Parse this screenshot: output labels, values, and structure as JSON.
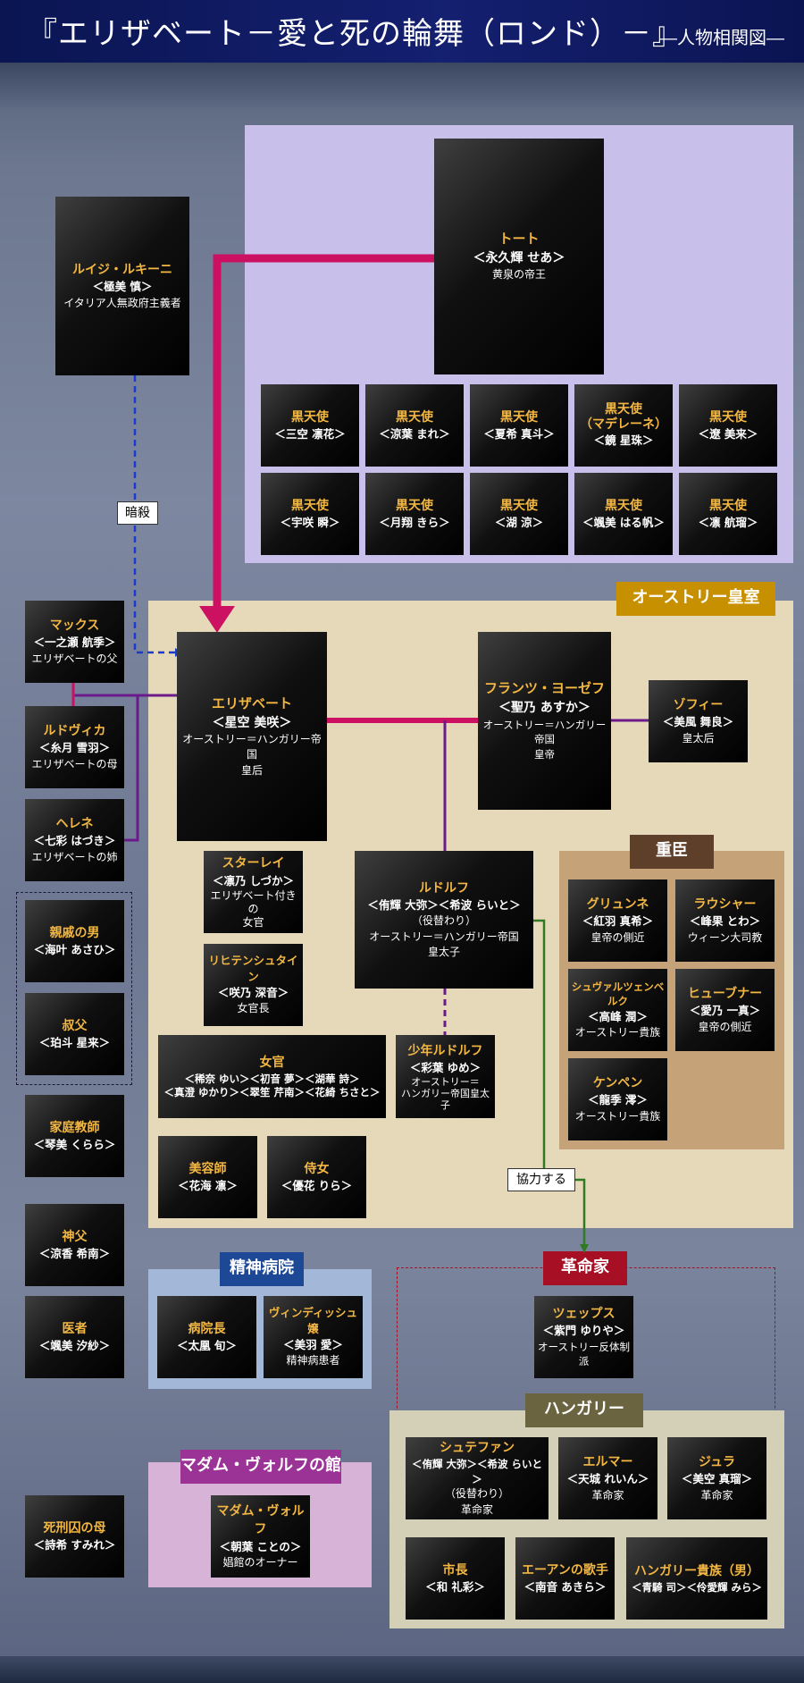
{
  "header": {
    "title": "『エリザベート－愛と死の輪舞（ロンド）－』",
    "subtitle": "―人物相関図―"
  },
  "sections": {
    "austria": "オーストリー皇室",
    "jyushin": "重臣",
    "hospital": "精神病院",
    "revolution": "革命家",
    "hungary": "ハンガリー",
    "wolf": "マダム・ヴォルフの館"
  },
  "labels": {
    "assassination": "暗殺",
    "cooperate": "協力する"
  },
  "characters": {
    "tod": {
      "name": "トート",
      "actor": "＜永久輝 せあ＞",
      "role": "黄泉の帝王"
    },
    "luigi": {
      "name": "ルイジ・ルキーニ",
      "actor": "＜極美 慎＞",
      "role": "イタリア人無政府主義者"
    },
    "black_angels": [
      {
        "name": "黒天使",
        "actor": "＜三空 凛花＞"
      },
      {
        "name": "黒天使",
        "actor": "＜涼葉 まれ＞"
      },
      {
        "name": "黒天使",
        "actor": "＜夏希 真斗＞"
      },
      {
        "name": "黒天使\n（マデレーネ）",
        "actor": "＜鏡 星珠＞"
      },
      {
        "name": "黒天使",
        "actor": "＜遼 美来＞"
      },
      {
        "name": "黒天使",
        "actor": "＜宇咲 瞬＞"
      },
      {
        "name": "黒天使",
        "actor": "＜月翔 きら＞"
      },
      {
        "name": "黒天使",
        "actor": "＜湖 涼＞"
      },
      {
        "name": "黒天使",
        "actor": "＜颯美 はる帆＞"
      },
      {
        "name": "黒天使",
        "actor": "＜凛 航瑠＞"
      }
    ],
    "max": {
      "name": "マックス",
      "actor": "＜一之瀬 航季＞",
      "role": "エリザベートの父"
    },
    "ludovika": {
      "name": "ルドヴィカ",
      "actor": "＜糸月 雪羽＞",
      "role": "エリザベートの母"
    },
    "helene": {
      "name": "ヘレネ",
      "actor": "＜七彩 はづき＞",
      "role": "エリザベートの姉"
    },
    "relative_man": {
      "name": "親戚の男",
      "actor": "＜海叶 あさひ＞"
    },
    "uncle": {
      "name": "叔父",
      "actor": "＜珀斗 星来＞"
    },
    "tutor": {
      "name": "家庭教師",
      "actor": "＜琴美 くらら＞"
    },
    "priest": {
      "name": "神父",
      "actor": "＜涼香 希南＞"
    },
    "doctor": {
      "name": "医者",
      "actor": "＜颯美 汐紗＞"
    },
    "prisoner_mother": {
      "name": "死刑囚の母",
      "actor": "＜詩希 すみれ＞"
    },
    "elisabeth": {
      "name": "エリザベート",
      "actor": "＜星空 美咲＞",
      "role": "オーストリー＝ハンガリー帝国\n皇后"
    },
    "franz": {
      "name": "フランツ・ヨーゼフ",
      "actor": "＜聖乃 あすか＞",
      "role": "オーストリー＝ハンガリー帝国\n皇帝"
    },
    "sophie": {
      "name": "ゾフィー",
      "actor": "＜美風 舞良＞",
      "role": "皇太后"
    },
    "sztaray": {
      "name": "スターレイ",
      "actor": "＜凛乃 しづか＞",
      "role": "エリザベート付きの\n女官"
    },
    "liechtenstein": {
      "name": "リヒテンシュタイン",
      "actor": "＜咲乃 深音＞",
      "role": "女官長"
    },
    "rudolf": {
      "name": "ルドルフ",
      "actor": "＜侑輝 大弥＞＜希波 らいと＞",
      "note": "（役替わり）",
      "role": "オーストリー＝ハンガリー帝国\n皇太子"
    },
    "ladies": {
      "name": "女官",
      "actor": "＜稀奈 ゆい＞＜初音 夢＞＜湖華 詩＞\n＜真澄 ゆかり＞＜翠笙 芹南＞＜花綺 ちさと＞"
    },
    "young_rudolf": {
      "name": "少年ルドルフ",
      "actor": "＜彩葉 ゆめ＞",
      "role": "オーストリー＝\nハンガリー帝国皇太子"
    },
    "beautician": {
      "name": "美容師",
      "actor": "＜花海 凛＞"
    },
    "maid": {
      "name": "侍女",
      "actor": "＜優花 りら＞"
    },
    "grunne": {
      "name": "グリュンネ",
      "actor": "＜紅羽 真希＞",
      "role": "皇帝の側近"
    },
    "rauscher": {
      "name": "ラウシャー",
      "actor": "＜峰果 とわ＞",
      "role": "ウィーン大司教"
    },
    "schwarzenberg": {
      "name": "シュヴァルツェンベルク",
      "actor": "＜高峰 潤＞",
      "role": "オーストリー貴族"
    },
    "hubner": {
      "name": "ヒューブナー",
      "actor": "＜愛乃 一真＞",
      "role": "皇帝の側近"
    },
    "kempen": {
      "name": "ケンペン",
      "actor": "＜龍季 澪＞",
      "role": "オーストリー貴族"
    },
    "hospital_head": {
      "name": "病院長",
      "actor": "＜太凰 旬＞"
    },
    "windisch": {
      "name": "ヴィンディッシュ嬢",
      "actor": "＜美羽 愛＞",
      "role": "精神病患者"
    },
    "zeps": {
      "name": "ツェップス",
      "actor": "＜紫門 ゆりや＞",
      "role": "オーストリー反体制派"
    },
    "stephan": {
      "name": "シュテファン",
      "actor": "＜侑輝 大弥＞＜希波 らいと＞",
      "note": "（役替わり）",
      "role": "革命家"
    },
    "elmer": {
      "name": "エルマー",
      "actor": "＜天城 れいん＞",
      "role": "革命家"
    },
    "julius": {
      "name": "ジュラ",
      "actor": "＜美空 真瑠＞",
      "role": "革命家"
    },
    "mayor": {
      "name": "市長",
      "actor": "＜和 礼彩＞"
    },
    "eljen_singer": {
      "name": "エーアンの歌手",
      "actor": "＜南音 あきら＞"
    },
    "hungary_noble": {
      "name": "ハンガリー貴族（男）",
      "actor": "＜青騎 司＞＜伶愛輝 みら＞"
    },
    "madame_wolf": {
      "name": "マダム・ヴォルフ",
      "actor": "＜朝葉 ことの＞",
      "role": "娼館のオーナー"
    }
  },
  "colors": {
    "header_bg": "#0f1a5e",
    "tod_region": "#c8c0ea",
    "austria_region": "#e6d9b9",
    "austria_heading": "#c79000",
    "jyushin_region": "#c6a278",
    "jyushin_heading": "#5e3f2a",
    "hospital_region": "#a3b8d8",
    "hospital_heading": "#1d4896",
    "revolution_heading": "#a60f24",
    "hungary_region": "#d4d0b8",
    "hungary_heading": "#6b6440",
    "wolf_region": "#d8b3d8",
    "wolf_heading": "#9b3396",
    "card_name": "#f3b742",
    "love_line": "#cc1163",
    "family_line": "#6a1a8a",
    "cooperate_line": "#2f7a22",
    "assassination_line": "#1a3ad0"
  }
}
